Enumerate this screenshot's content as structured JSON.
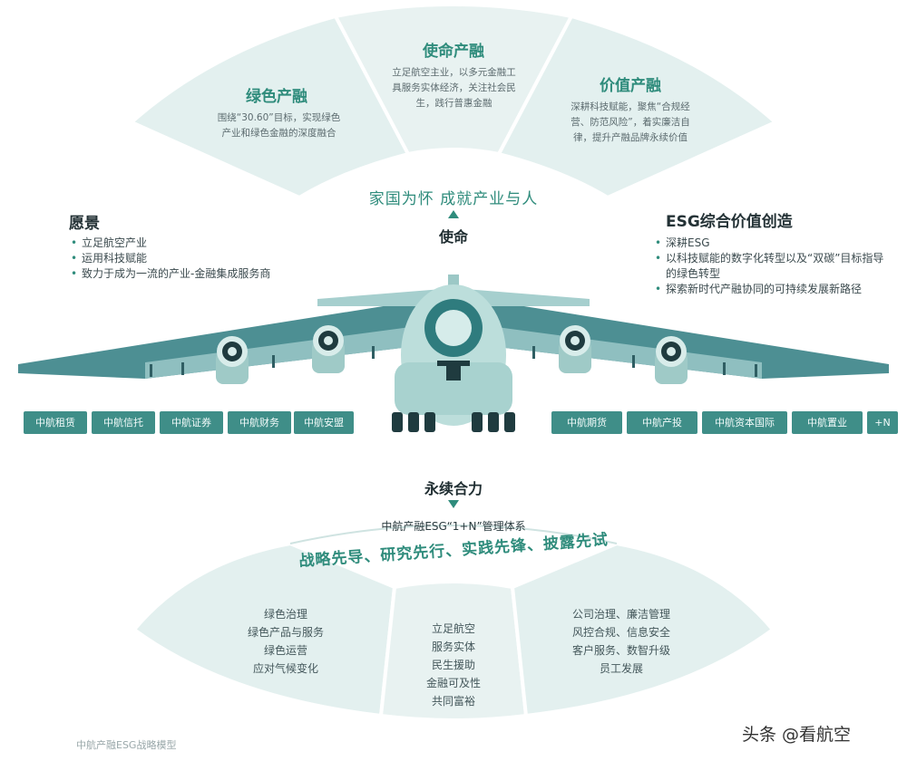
{
  "colors": {
    "accent": "#2f8c7c",
    "badge": "#3f8e88",
    "arc_fill": "#e3f0ef"
  },
  "top_segments": [
    {
      "title": "绿色产融",
      "text": "围绕“30.60”目标，实现绿色产业和绿色金融的深度融合"
    },
    {
      "title": "使命产融",
      "text": "立足航空主业，以多元金融工具服务实体经济，关注社会民生，践行普惠金融"
    },
    {
      "title": "价值产融",
      "text": "深耕科技赋能，聚焦“合规经营、防范风险”，着实廉洁自律，提升产融品牌永续价值"
    }
  ],
  "mission": {
    "slogan": "家国为怀 成就产业与人",
    "label": "使命"
  },
  "vision": {
    "title": "愿景",
    "items": [
      "立足航空产业",
      "运用科技赋能",
      "致力于成为一流的产业-金融集成服务商"
    ]
  },
  "esg_value": {
    "title": "ESG综合价值创造",
    "items": [
      "深耕ESG",
      "以科技赋能的数字化转型以及“双碳”目标指导的绿色转型",
      "探索新时代产融协同的可持续发展新路径"
    ]
  },
  "badges_left": [
    "中航租赁",
    "中航信托",
    "中航证券",
    "中航财务",
    "中航安盟"
  ],
  "badges_right": [
    "中航期货",
    "中航产投",
    "中航资本国际",
    "中航置业",
    "+N"
  ],
  "bottom": {
    "label": "永续合力",
    "system": "中航产融ESG“1+N”管理体系",
    "slogan": "战略先导、研究先行、实践先锋、披露先试",
    "segments": [
      {
        "lines": [
          "绿色治理",
          "绿色产品与服务",
          "绿色运营",
          "应对气候变化"
        ]
      },
      {
        "lines": [
          "立足航空",
          "服务实体",
          "民生援助",
          "金融可及性",
          "共同富裕"
        ]
      },
      {
        "lines": [
          "公司治理、廉洁管理",
          "风控合规、信息安全",
          "客户服务、数智升级",
          "员工发展"
        ]
      }
    ]
  },
  "caption": "中航产融ESG战略模型",
  "watermark": "头条 @看航空"
}
